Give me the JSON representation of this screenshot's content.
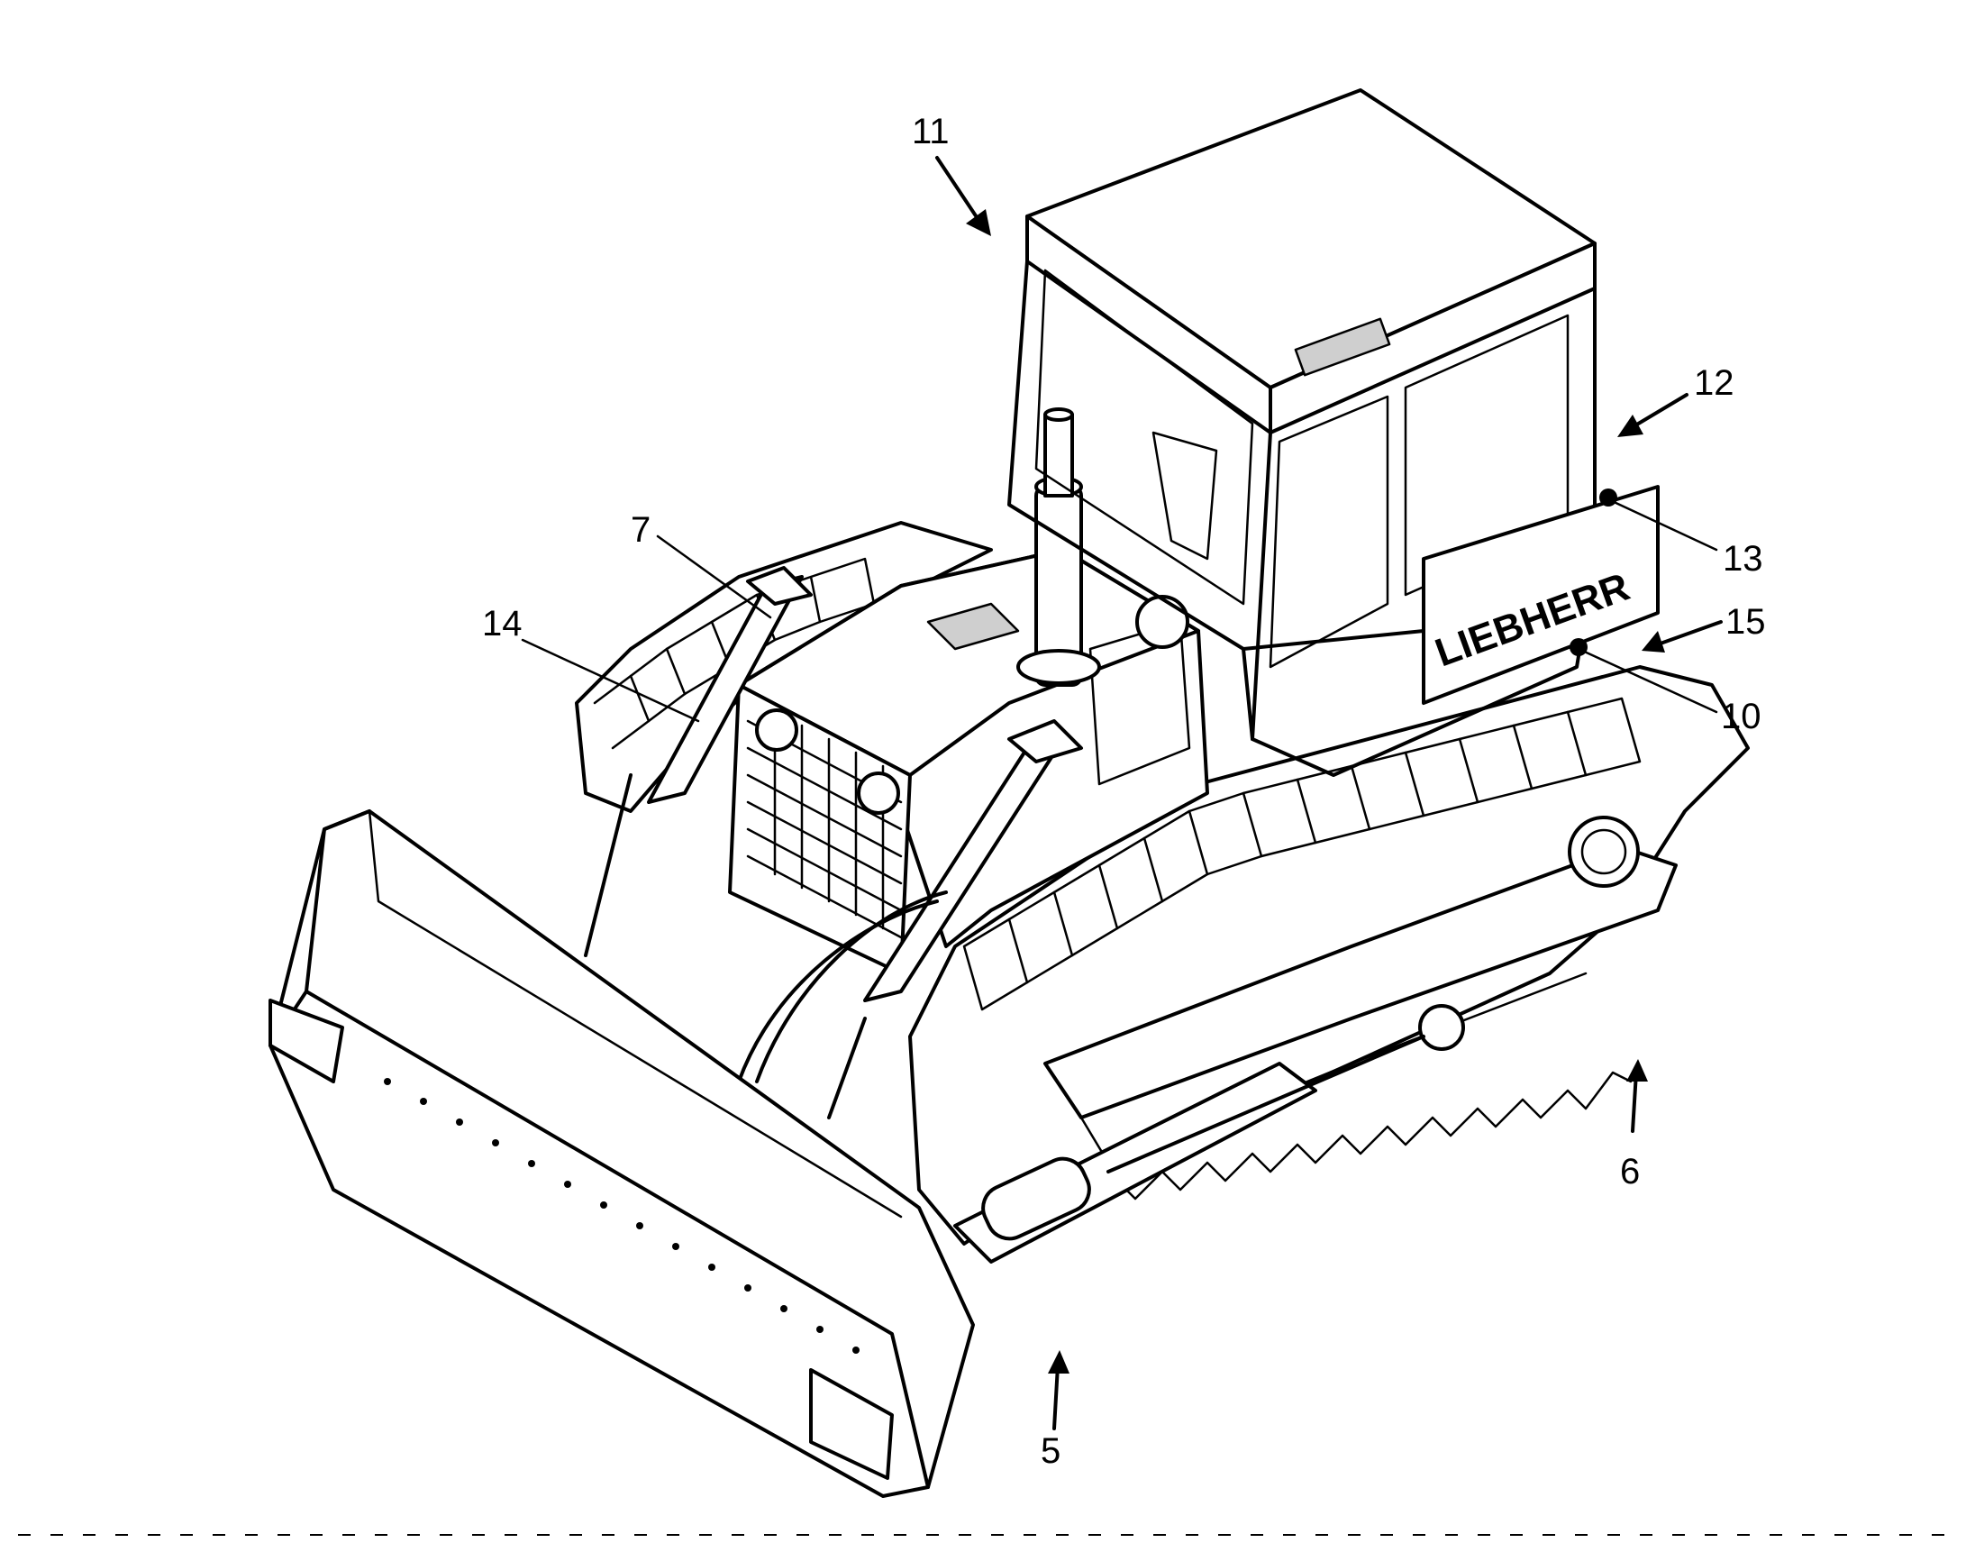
{
  "colors": {
    "ink": "#000000",
    "paper": "#ffffff"
  },
  "logo_text": "LIEBHERR",
  "callouts": [
    {
      "id": "11",
      "label": "11"
    },
    {
      "id": "12",
      "label": "12"
    },
    {
      "id": "13",
      "label": "13"
    },
    {
      "id": "15",
      "label": "15"
    },
    {
      "id": "10",
      "label": "10"
    },
    {
      "id": "7",
      "label": "7"
    },
    {
      "id": "14",
      "label": "14"
    },
    {
      "id": "6",
      "label": "6"
    },
    {
      "id": "5",
      "label": "5"
    }
  ]
}
